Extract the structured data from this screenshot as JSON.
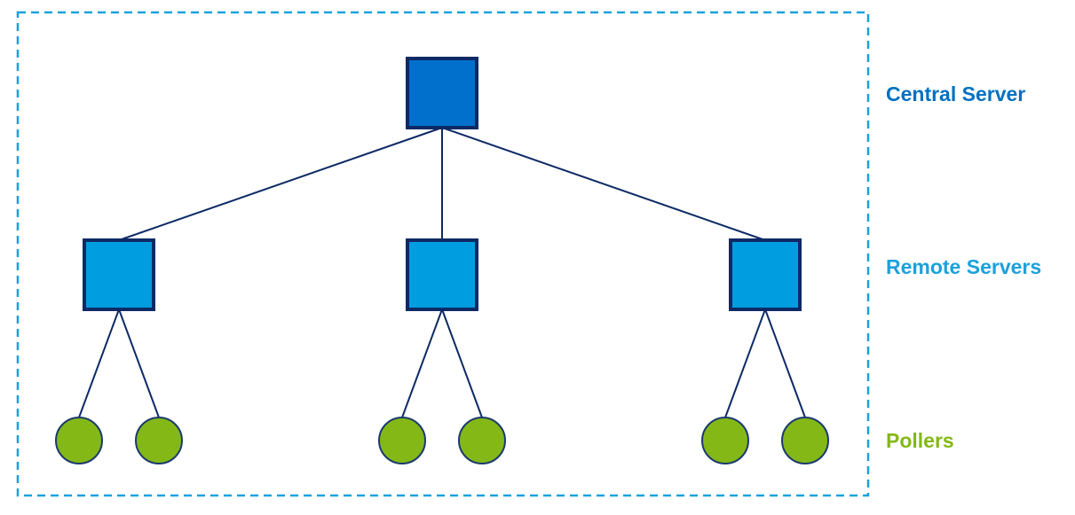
{
  "labels": {
    "central": "Central Server",
    "remote": "Remote Servers",
    "pollers": "Pollers"
  },
  "colors": {
    "central_fill": "#0070cc",
    "remote_fill": "#009ee0",
    "node_stroke": "#0d2a66",
    "poller_fill": "#84b817",
    "poller_stroke": "#1b3a6e",
    "link": "#0d2a66",
    "boundary": "#1ba1dc",
    "central_label": "#0070c0",
    "remote_label": "#1ba1dc",
    "pollers_label": "#84b817"
  },
  "topology": {
    "central": {
      "id": "central-server"
    },
    "remotes": [
      {
        "id": "remote-server-1",
        "pollers": [
          "poller-1a",
          "poller-1b"
        ]
      },
      {
        "id": "remote-server-2",
        "pollers": [
          "poller-2a",
          "poller-2b"
        ]
      },
      {
        "id": "remote-server-3",
        "pollers": [
          "poller-3a",
          "poller-3b"
        ]
      }
    ]
  }
}
